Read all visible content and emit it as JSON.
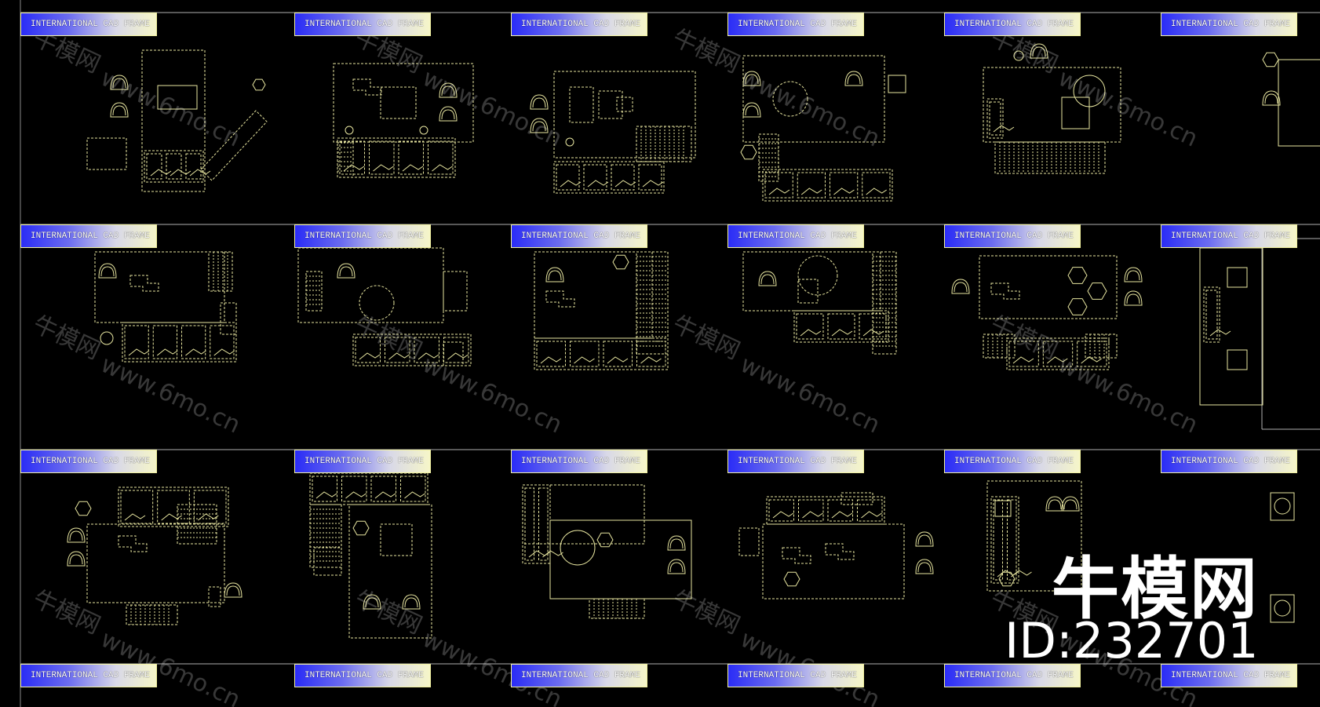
{
  "frame_label": "INTERNATIONAL CAD FRAME",
  "watermark": {
    "brand": "牛模网",
    "url": "www.6mo.cn",
    "brand_large": "牛模网",
    "id_text": "ID:232701"
  },
  "colors": {
    "background": "#000000",
    "drawing_line": "#e8e6a0",
    "frame_border": "#c8c8c8",
    "label_blue": "#2a2cf6",
    "label_yellow": "#f6f6c8",
    "watermark": "#ffffff"
  }
}
